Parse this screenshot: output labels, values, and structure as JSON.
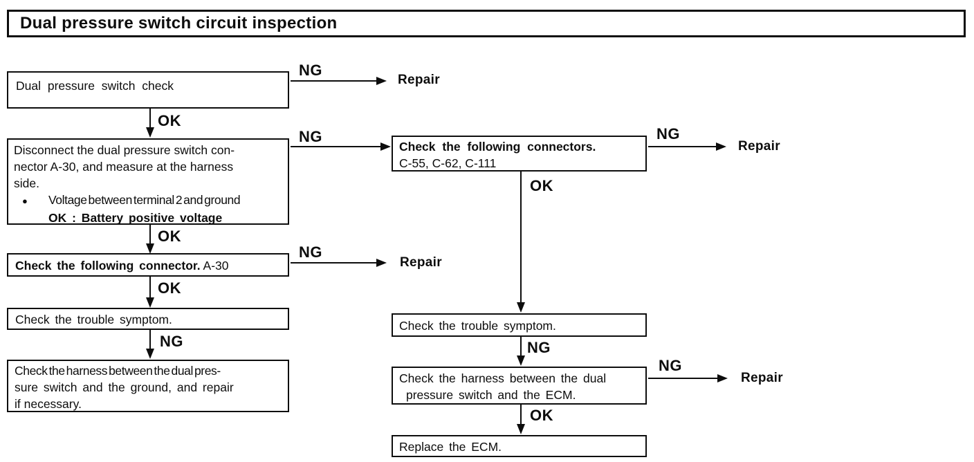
{
  "title": "Dual pressure switch circuit inspection",
  "labels": {
    "ng": "NG",
    "ok": "OK",
    "repair": "Repair"
  },
  "icons": {
    "bullet": "●"
  },
  "colors": {
    "ink": "#0d0d0d",
    "paper": "#ffffff"
  },
  "left": {
    "check_switch": {
      "text": "Dual pressure switch check"
    },
    "disconnect": {
      "line1": "Disconnect the dual pressure switch con-",
      "line2": "nector A-30, and measure at the harness",
      "line3": "side.",
      "bullet_item": "Voltage between terminal 2 and ground",
      "result": "OK : Battery positive voltage"
    },
    "check_connector": {
      "bold": "Check the following connector.",
      "code": "A-30"
    },
    "trouble_symptom": {
      "text": "Check the trouble symptom."
    },
    "harness_ground": {
      "line1": "Check the harness between the dual pres-",
      "line2": "sure switch and the ground, and repair",
      "line3": "if necessary."
    }
  },
  "right": {
    "check_connectors": {
      "bold": "Check the following connectors.",
      "codes": "C-55, C-62, C-111"
    },
    "trouble_symptom": {
      "text": "Check the trouble symptom."
    },
    "harness_ecm": {
      "line1": "Check the harness between the dual",
      "line2": "pressure switch and the ECM."
    },
    "replace_ecm": {
      "text": "Replace the ECM."
    }
  }
}
